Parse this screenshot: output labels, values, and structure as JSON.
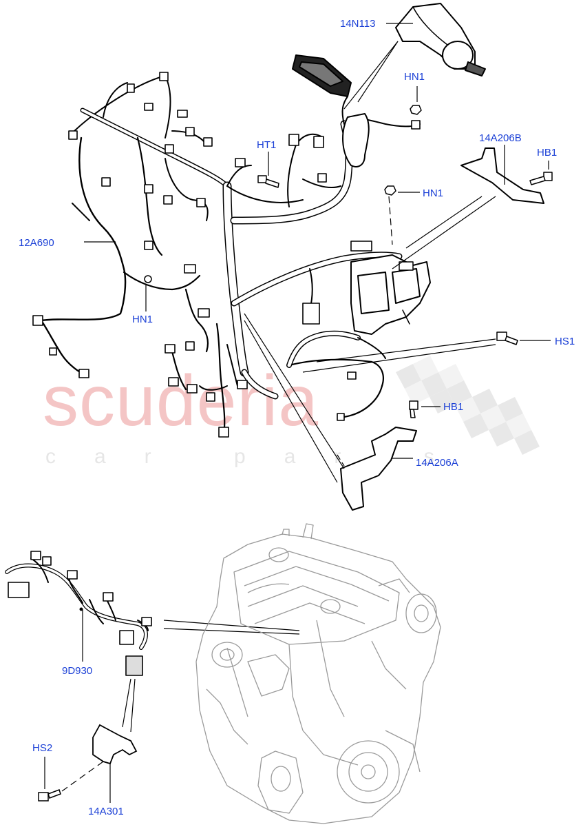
{
  "watermark": {
    "main": "scuderia",
    "sub": "car parts",
    "main_color": "#f4c5c5",
    "sub_color": "#e6e6e6"
  },
  "callout_color": "#1a3fd6",
  "callouts": {
    "c14N113": "14N113",
    "hn1_top": "HN1",
    "c14A206B": "14A206B",
    "hb1_top": "HB1",
    "ht1": "HT1",
    "hn1_mid": "HN1",
    "c12A690": "12A690",
    "hn1_low": "HN1",
    "hs1": "HS1",
    "hb1_low": "HB1",
    "c14A206A": "14A206A",
    "c9D930": "9D930",
    "hs2": "HS2",
    "c14A301": "14A301"
  }
}
